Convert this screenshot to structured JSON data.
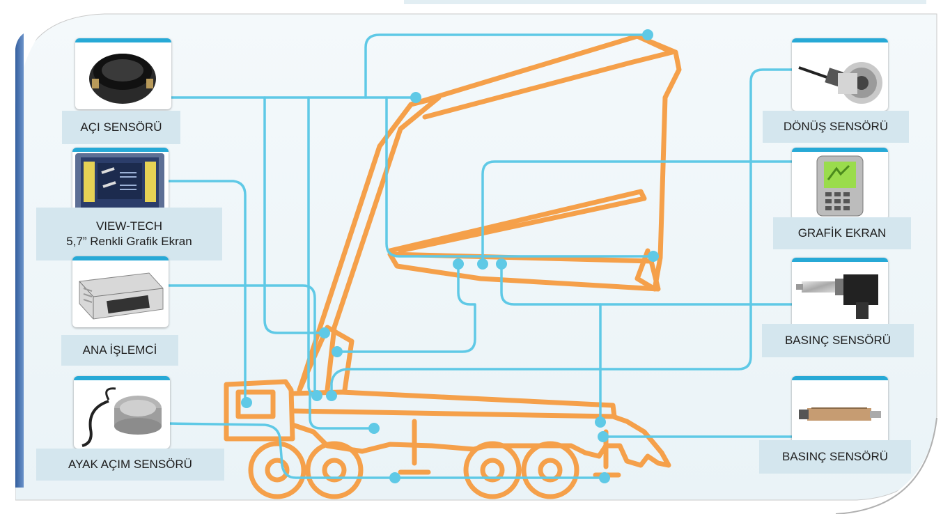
{
  "colors": {
    "boom": "#f5a04a",
    "wire": "#5fc9e6",
    "label_bg": "#d4e6ee",
    "accent_bar": "#27a9d6",
    "frame_blue": "#2a5fa8"
  },
  "sensors": {
    "aci": {
      "label": "AÇI SENSÖRÜ",
      "icon": "angle-sensor-icon"
    },
    "viewtech": {
      "label_line1": "VIEW-TECH",
      "label_line2": "5,7” Renkli Grafik Ekran",
      "icon": "graphic-display-icon"
    },
    "ana": {
      "label": "ANA İŞLEMCİ",
      "icon": "main-processor-icon"
    },
    "ayak": {
      "label": "AYAK AÇIM SENSÖRÜ",
      "icon": "leg-opening-sensor-icon"
    },
    "donus": {
      "label": "DÖNÜŞ SENSÖRÜ",
      "icon": "rotation-sensor-icon"
    },
    "grafik": {
      "label": "GRAFİK EKRAN",
      "icon": "graphic-screen-icon"
    },
    "basinc1": {
      "label": "BASINÇ SENSÖRÜ",
      "icon": "pressure-sensor-icon"
    },
    "basinc2": {
      "label": "BASINÇ SENSÖRÜ",
      "icon": "pressure-sensor-2-icon"
    }
  }
}
